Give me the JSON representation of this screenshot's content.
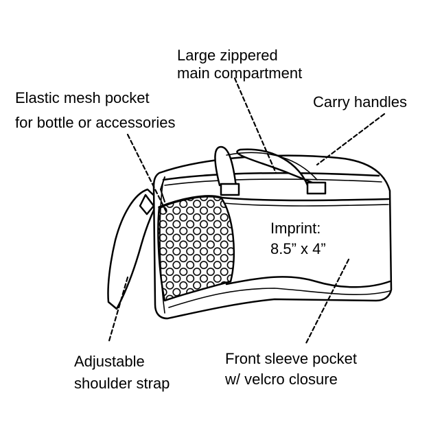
{
  "labels": {
    "main_compartment_line1": "Large zippered",
    "main_compartment_line2": "main compartment",
    "mesh_pocket_line1": "Elastic mesh pocket",
    "mesh_pocket_line2": "for bottle or accessories",
    "carry_handles": "Carry handles",
    "imprint_line1": "Imprint:",
    "imprint_line2": "8.5” x 4”",
    "strap_line1": "Adjustable",
    "strap_line2": "shoulder strap",
    "sleeve_line1": "Front sleeve pocket",
    "sleeve_line2": "w/ velcro closure"
  },
  "colors": {
    "ink": "#000000",
    "paper": "#ffffff"
  }
}
